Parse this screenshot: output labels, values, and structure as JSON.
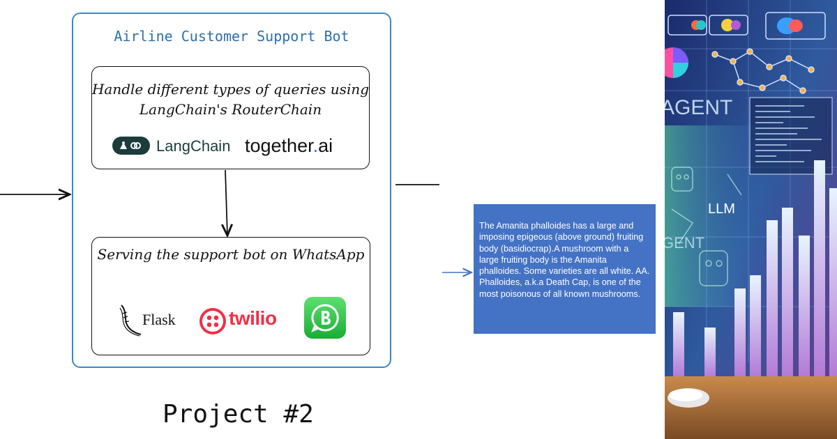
{
  "diagram": {
    "title": "Airline Customer Support Bot",
    "router_card": {
      "text": "Handle different types of queries using LangChain's RouterChain",
      "langchain_label": "LangChain",
      "together_prefix": "together",
      "together_dot": ".",
      "together_suffix": "ai"
    },
    "serving_card": {
      "text": "Serving the support bot on WhatsApp",
      "flask_label": "Flask",
      "twilio_label": "twilio"
    },
    "footer": "Project #2",
    "note": " The Amanita phalloides has a large and imposing epigeous (above ground) fruiting body (basidiocrap).A mushroom with a large fruiting body is the Amanita phalloides. Some varieties are all white. AA. Phalloides, a.k.a Death Cap, is one of the most poisonous of all known mushrooms."
  },
  "illustration": {
    "labels": {
      "agent_top": "AGENT",
      "llm": "LLM",
      "agent_mid": "GENT"
    },
    "icons": [
      "langchain-logo-icon",
      "flask-logo-icon",
      "twilio-logo-icon",
      "whatsapp-business-icon",
      "computer-mouse-icon"
    ],
    "colors": {
      "frame": "#3d86c6",
      "title": "#2c6fad",
      "langchain": "#1c3c3c",
      "together_dot": "#1f6bff",
      "twilio": "#f22f46",
      "whatsapp": "#25d366",
      "note_box": "#4472c4"
    }
  }
}
